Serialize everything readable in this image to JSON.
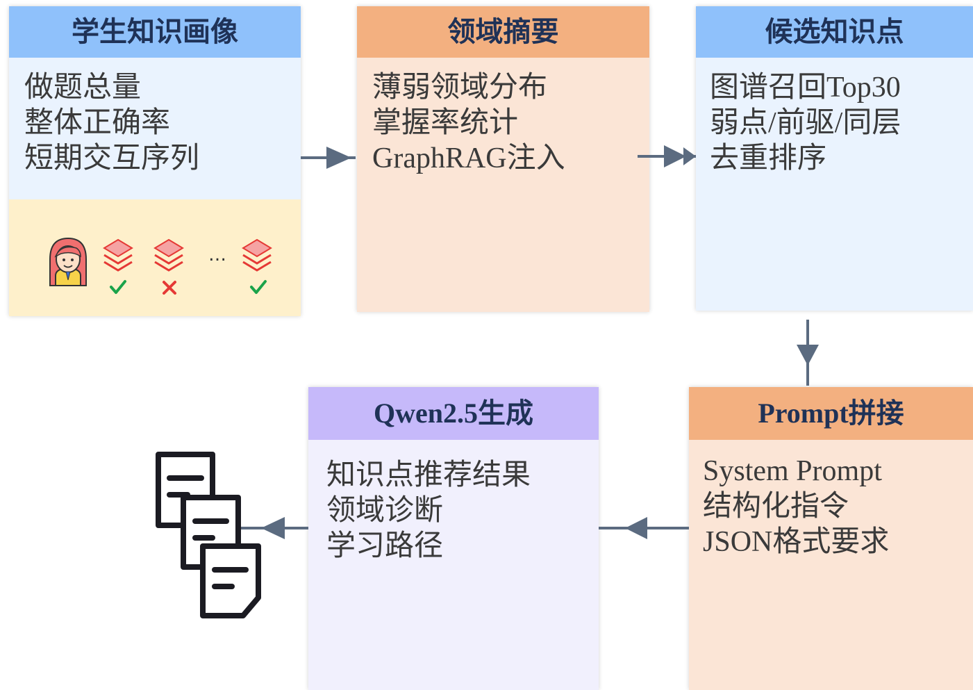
{
  "boxes": {
    "profile": {
      "title": "学生知识画像",
      "lines": [
        "做题总量",
        "整体正确率",
        "短期交互序列"
      ],
      "sequence_marks": [
        "correct",
        "wrong",
        "correct"
      ],
      "ellipsis": "…"
    },
    "domain": {
      "title": "领域摘要",
      "lines": [
        "薄弱领域分布",
        "掌握率统计",
        "GraphRAG注入"
      ]
    },
    "candidate": {
      "title": "候选知识点",
      "lines": [
        "图谱召回Top30",
        "弱点/前驱/同层",
        "去重排序"
      ]
    },
    "prompt": {
      "title": "Prompt拼接",
      "lines": [
        "System Prompt",
        "结构化指令",
        "JSON格式要求"
      ]
    },
    "generate": {
      "title": "Qwen2.5生成",
      "lines": [
        "知识点推荐结果",
        "领域诊断",
        "学习路径"
      ]
    }
  },
  "colors": {
    "blue_header": "#8fc1fb",
    "blue_body": "#eaf3fe",
    "orange_header": "#f3b080",
    "orange_body": "#fbe5d6",
    "purple_header": "#c6b9fa",
    "purple_body": "#f1f0fd",
    "yellow_panel": "#fef0cb",
    "arrow": "#5b6b80",
    "correct": "#1aa34a",
    "wrong": "#e53935",
    "layer_icon": "#e53935"
  },
  "icons": {
    "student": "student-avatar-icon",
    "exercise": "stacked-layers-icon",
    "output": "documents-stack-icon"
  }
}
